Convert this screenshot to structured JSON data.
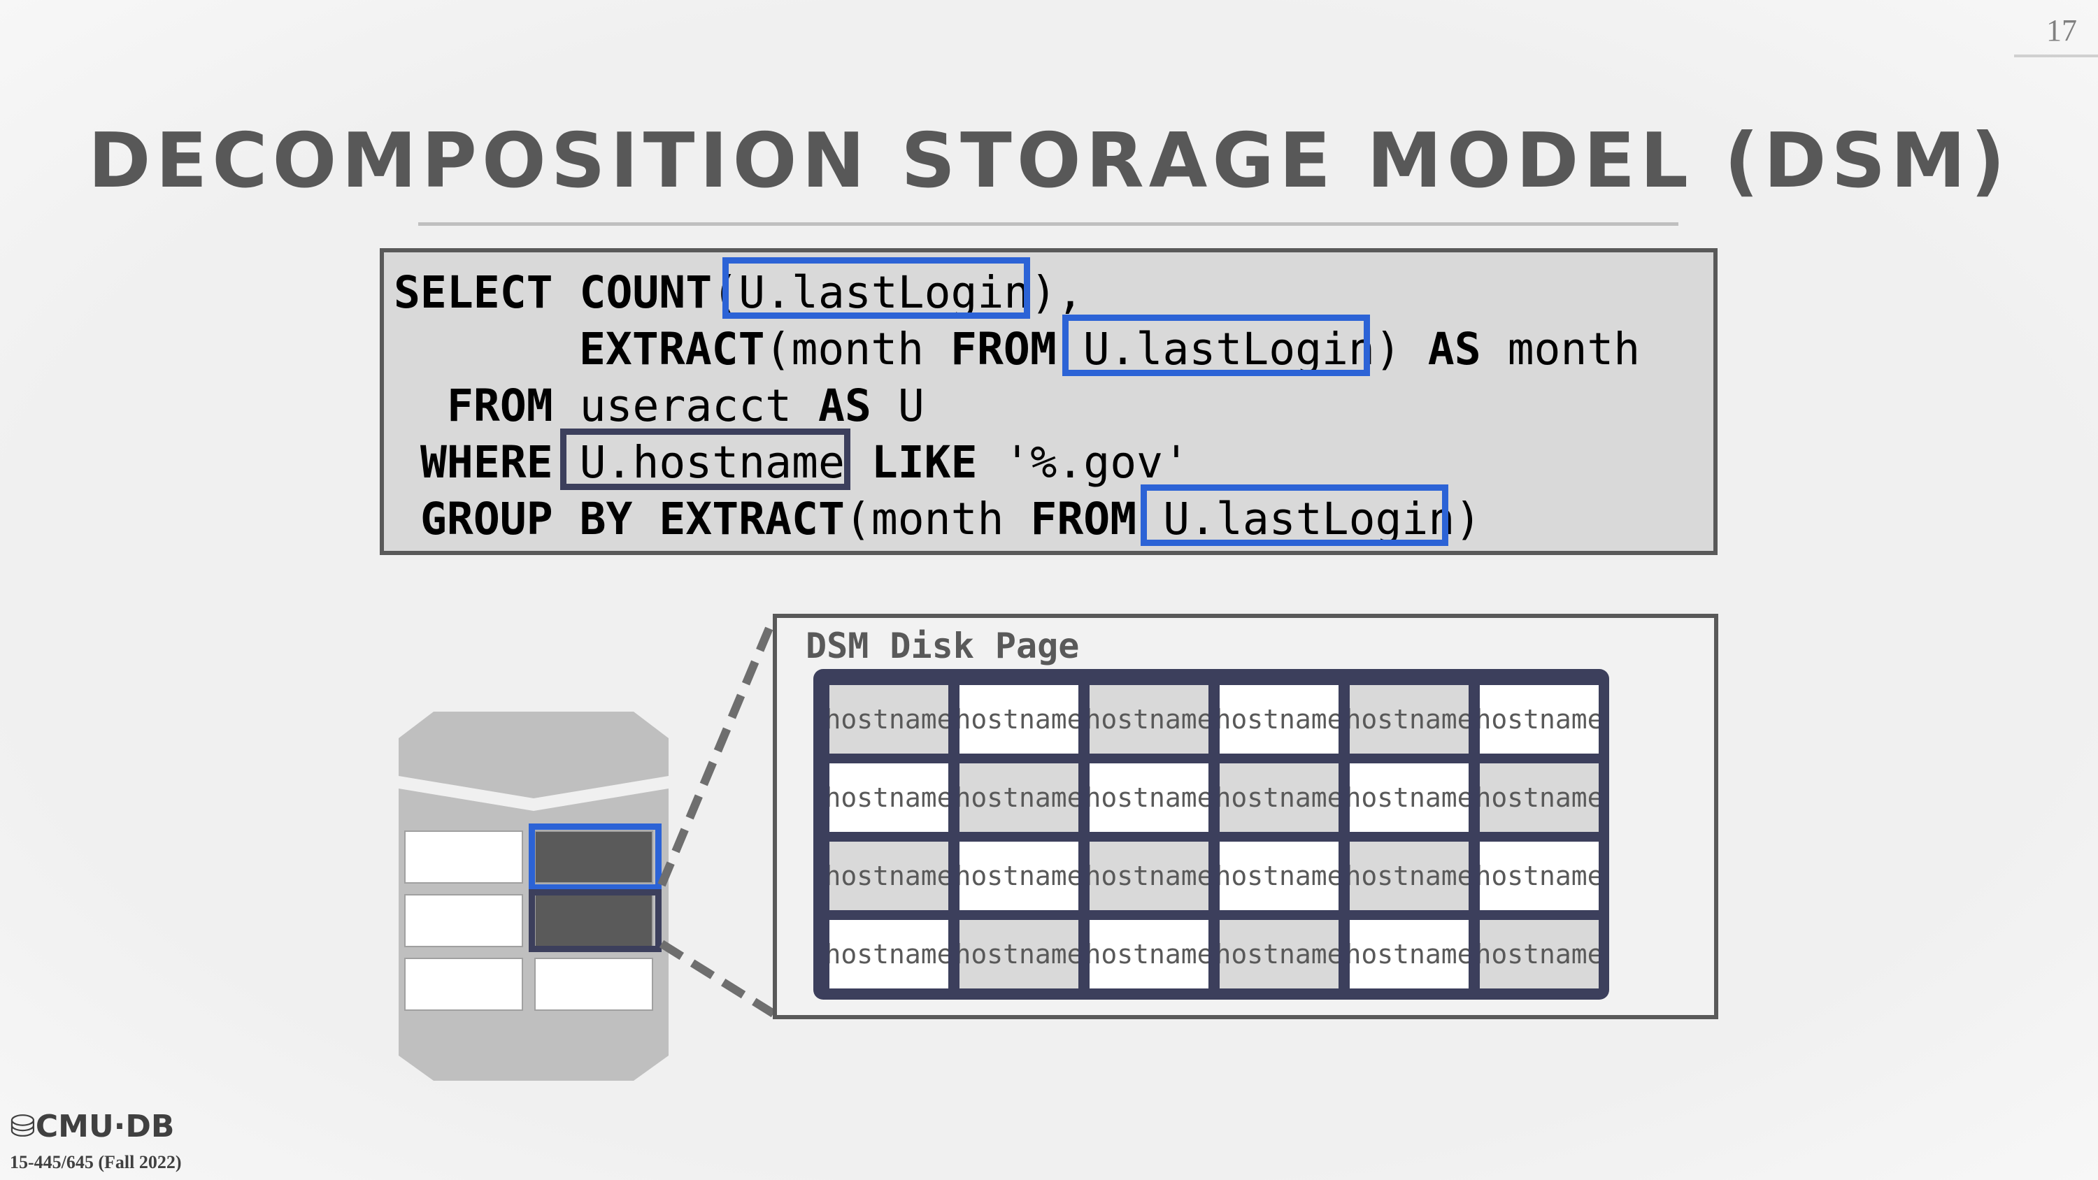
{
  "slide": {
    "page_number": "17",
    "title": "DECOMPOSITION STORAGE MODEL (DSM)"
  },
  "sql": {
    "line1": {
      "kw1": "SELECT",
      "kw2": "COUNT",
      "t1": "(",
      "col": "U.lastLogin",
      "t2": "),"
    },
    "line2": {
      "kw1": "EXTRACT",
      "t1": "(month ",
      "kw2": "FROM",
      "col": "U.lastLogin",
      "t2": ")",
      "kw3": "AS",
      "t3": "month"
    },
    "line3": {
      "kw1": "FROM",
      "t1": "useracct",
      "kw2": "AS",
      "t2": "U"
    },
    "line4": {
      "kw1": "WHERE",
      "col": "U.hostname",
      "kw2": "LIKE",
      "t1": "'%.gov'"
    },
    "line5": {
      "kw1": "GROUP BY",
      "kw2": "EXTRACT",
      "t1": "(month ",
      "kw3": "FROM",
      "col": "U.lastLogin",
      "t2": ")"
    }
  },
  "dsm_page": {
    "label": "DSM Disk Page",
    "rows": [
      [
        "hostname",
        "hostname",
        "hostname",
        "hostname",
        "hostname",
        "hostname"
      ],
      [
        "hostname",
        "hostname",
        "hostname",
        "hostname",
        "hostname",
        "hostname"
      ],
      [
        "hostname",
        "hostname",
        "hostname",
        "hostname",
        "hostname",
        "hostname"
      ],
      [
        "hostname",
        "hostname",
        "hostname",
        "hostname",
        "hostname",
        "hostname"
      ]
    ]
  },
  "colors": {
    "highlight_blue": "#2c63d6",
    "highlight_dark": "#3c3f5c",
    "cell_white": "#ffffff",
    "cell_gray": "#d9d9d9"
  },
  "footer": {
    "logo": "CMU·DB",
    "course": "15-445/645 (Fall 2022)"
  }
}
